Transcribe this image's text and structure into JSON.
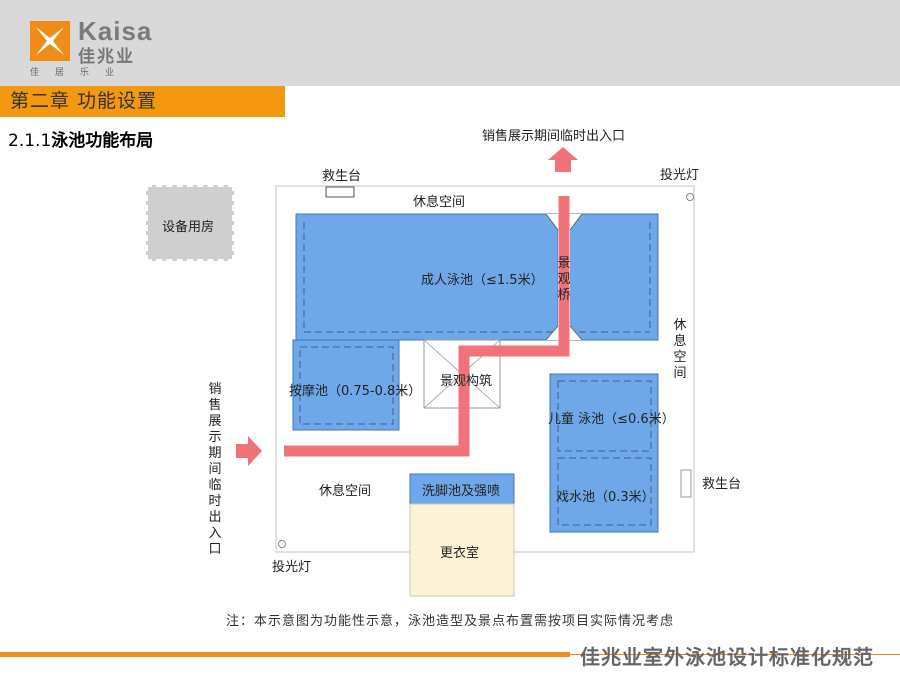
{
  "header": {
    "logo_en": "Kaisa",
    "logo_cn": "佳兆业",
    "logo_tagline": "佳居乐业",
    "chapter": "第二章  功能设置"
  },
  "section": {
    "number": "2.1.1",
    "title": "泳池功能布局"
  },
  "diagram": {
    "equipment_room": "设备用房",
    "lifeguard_top": "救生台",
    "lifeguard_right": "救生台",
    "rest_top": "休息空间",
    "rest_right": "休息空间",
    "rest_bottom": "休息空间",
    "floodlight_top": "投光灯",
    "floodlight_bottom": "投光灯",
    "entrance_top": "销售展示期间临时出入口",
    "entrance_left": "销售展示期间临时出入口",
    "adult_pool": "成人泳池（≤1.5米）",
    "landscape_bridge": "景观桥",
    "massage_pool": "按摩池（0.75-0.8米）",
    "landscape_structure": "景观构筑",
    "kids_pool": "儿童 泳池（≤0.6米）",
    "splash_pool": "戏水池（0.3米）",
    "foot_wash": "洗脚池及强喷",
    "changing_room": "更衣室",
    "colors": {
      "pool": "#6fa8e8",
      "path": "#f0737a",
      "room": "#cfcfcf",
      "changing": "#fdf4d8"
    }
  },
  "note": "注：本示意图为功能性示意，泳池造型及景点布置需按项目实际情况考虑",
  "footer": {
    "title": "佳兆业室外泳池设计标准化规范"
  }
}
